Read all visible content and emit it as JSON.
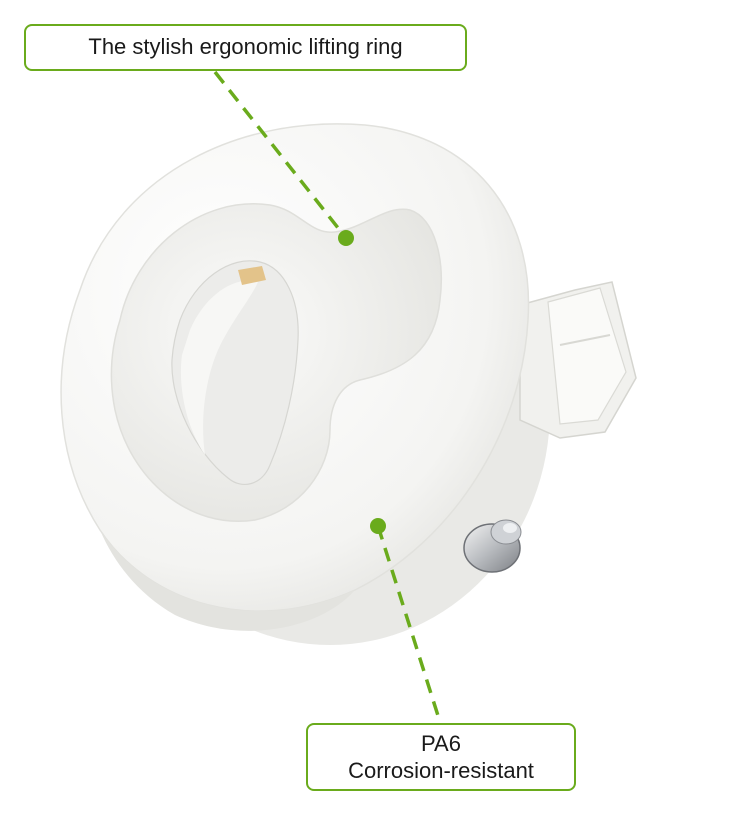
{
  "callouts": {
    "top": {
      "text": "The stylish ergonomic lifting ring"
    },
    "bottom": {
      "line1": "PA6",
      "line2": "Corrosion-resistant"
    }
  },
  "colors": {
    "accent": "#6aab1c",
    "background": "#ffffff",
    "product": "#f5f5f3",
    "shadow": "#dcdcd8",
    "text": "#1a1a1a"
  }
}
